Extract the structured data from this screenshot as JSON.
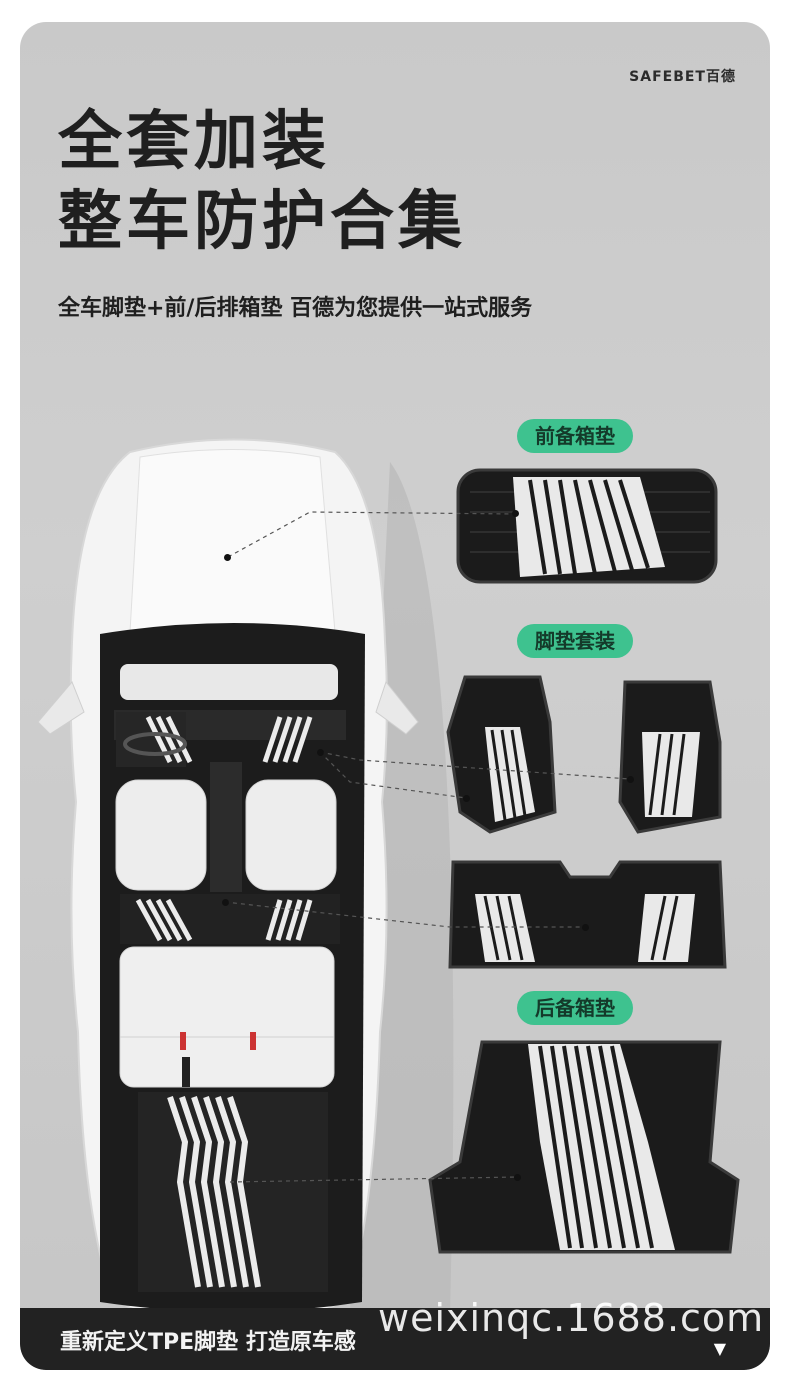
{
  "header": {
    "brand": "SAFEBET百德",
    "title_line1": "全套加装",
    "title_line2": "整车防护合集",
    "subtitle": "全车脚垫+前/后排箱垫 百德为您提供一站式服务"
  },
  "labels": {
    "front_trunk": "前备箱垫",
    "floor_set": "脚垫套装",
    "rear_trunk": "后备箱垫"
  },
  "footer": {
    "text": "重新定义TPE脚垫 打造原车感",
    "arrow": "▼"
  },
  "watermark": "weixinqc.1688.com",
  "colors": {
    "accent_green": "#3ec28f",
    "background": "#cbcbcb",
    "footer_bg": "#222222"
  }
}
